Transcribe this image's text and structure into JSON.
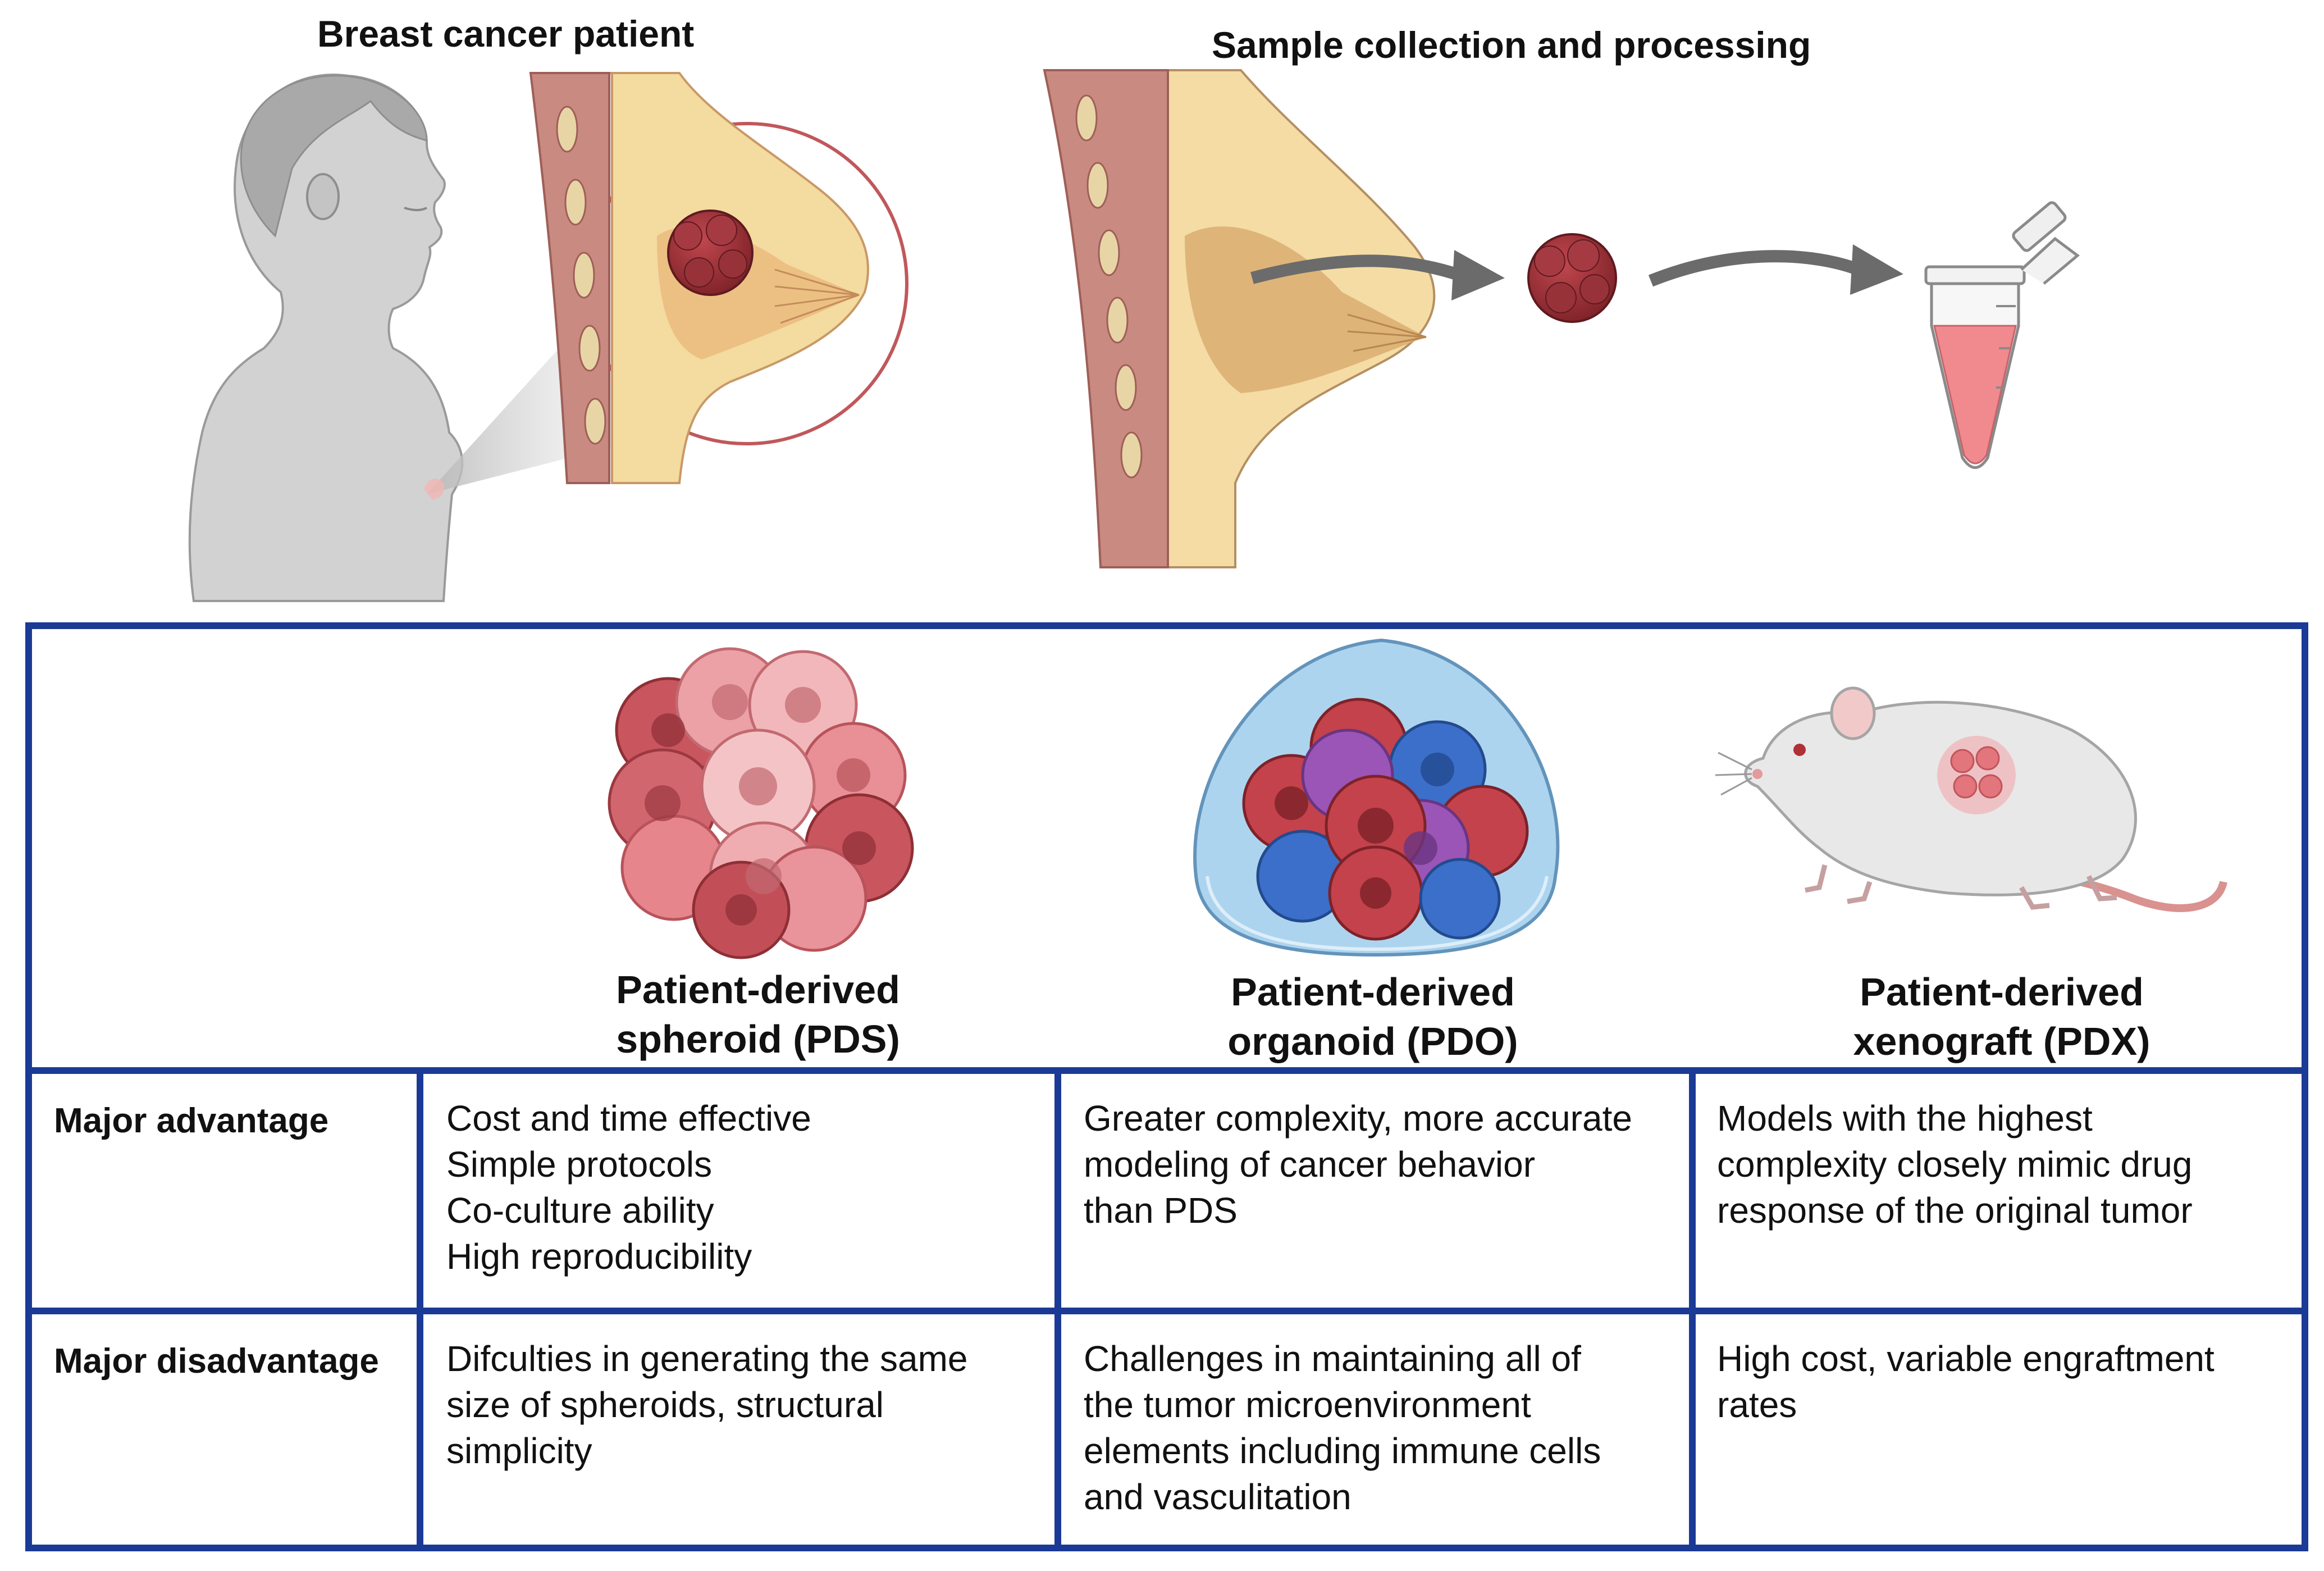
{
  "header": {
    "patient_title": "Breast cancer patient",
    "sample_title": "Sample collection and processing"
  },
  "colors": {
    "frame": "#1b3a96",
    "tumor": "#9c2f36",
    "tissue_fat": "#f3d89a",
    "tissue_muscle": "#c98a82",
    "figure_gray": "#cfcfcf",
    "tube_liquid": "#f08a8e",
    "organoid_dome": "#a9d2ef",
    "cell_red": "#c4424c",
    "cell_purple": "#9b55b6",
    "cell_blue": "#3b6fc9",
    "mouse_body": "#e8e8e8"
  },
  "icons": [
    "woman-silhouette-icon",
    "breast-cross-section-icon",
    "tumor-icon",
    "arrow-icon",
    "microtube-icon",
    "spheroid-icon",
    "organoid-icon",
    "mouse-icon"
  ],
  "models": [
    {
      "name_line1": "Patient-derived",
      "name_line2": "spheroid (PDS)"
    },
    {
      "name_line1": "Patient-derived",
      "name_line2": "organoid (PDO)"
    },
    {
      "name_line1": "Patient-derived",
      "name_line2": "xenograft (PDX)"
    }
  ],
  "rows": [
    {
      "label": "Major advantage",
      "cells": [
        [
          "Cost and time effective",
          "Simple protocols",
          "Co-culture ability",
          "High reproducibility"
        ],
        [
          "Greater complexity, more accurate",
          "modeling of cancer behavior",
          "than PDS"
        ],
        [
          "Models with the highest",
          "complexity closely mimic drug",
          "response of the original tumor"
        ]
      ]
    },
    {
      "label": "Major disadvantage",
      "cells": [
        [
          "Difculties in generating the same",
          "size of spheroids, structural",
          "simplicity"
        ],
        [
          "Challenges in maintaining all of",
          "the tumor microenvironment",
          "elements including immune cells",
          "and vasculitation"
        ],
        [
          "High cost, variable engraftment",
          "rates"
        ]
      ]
    }
  ]
}
